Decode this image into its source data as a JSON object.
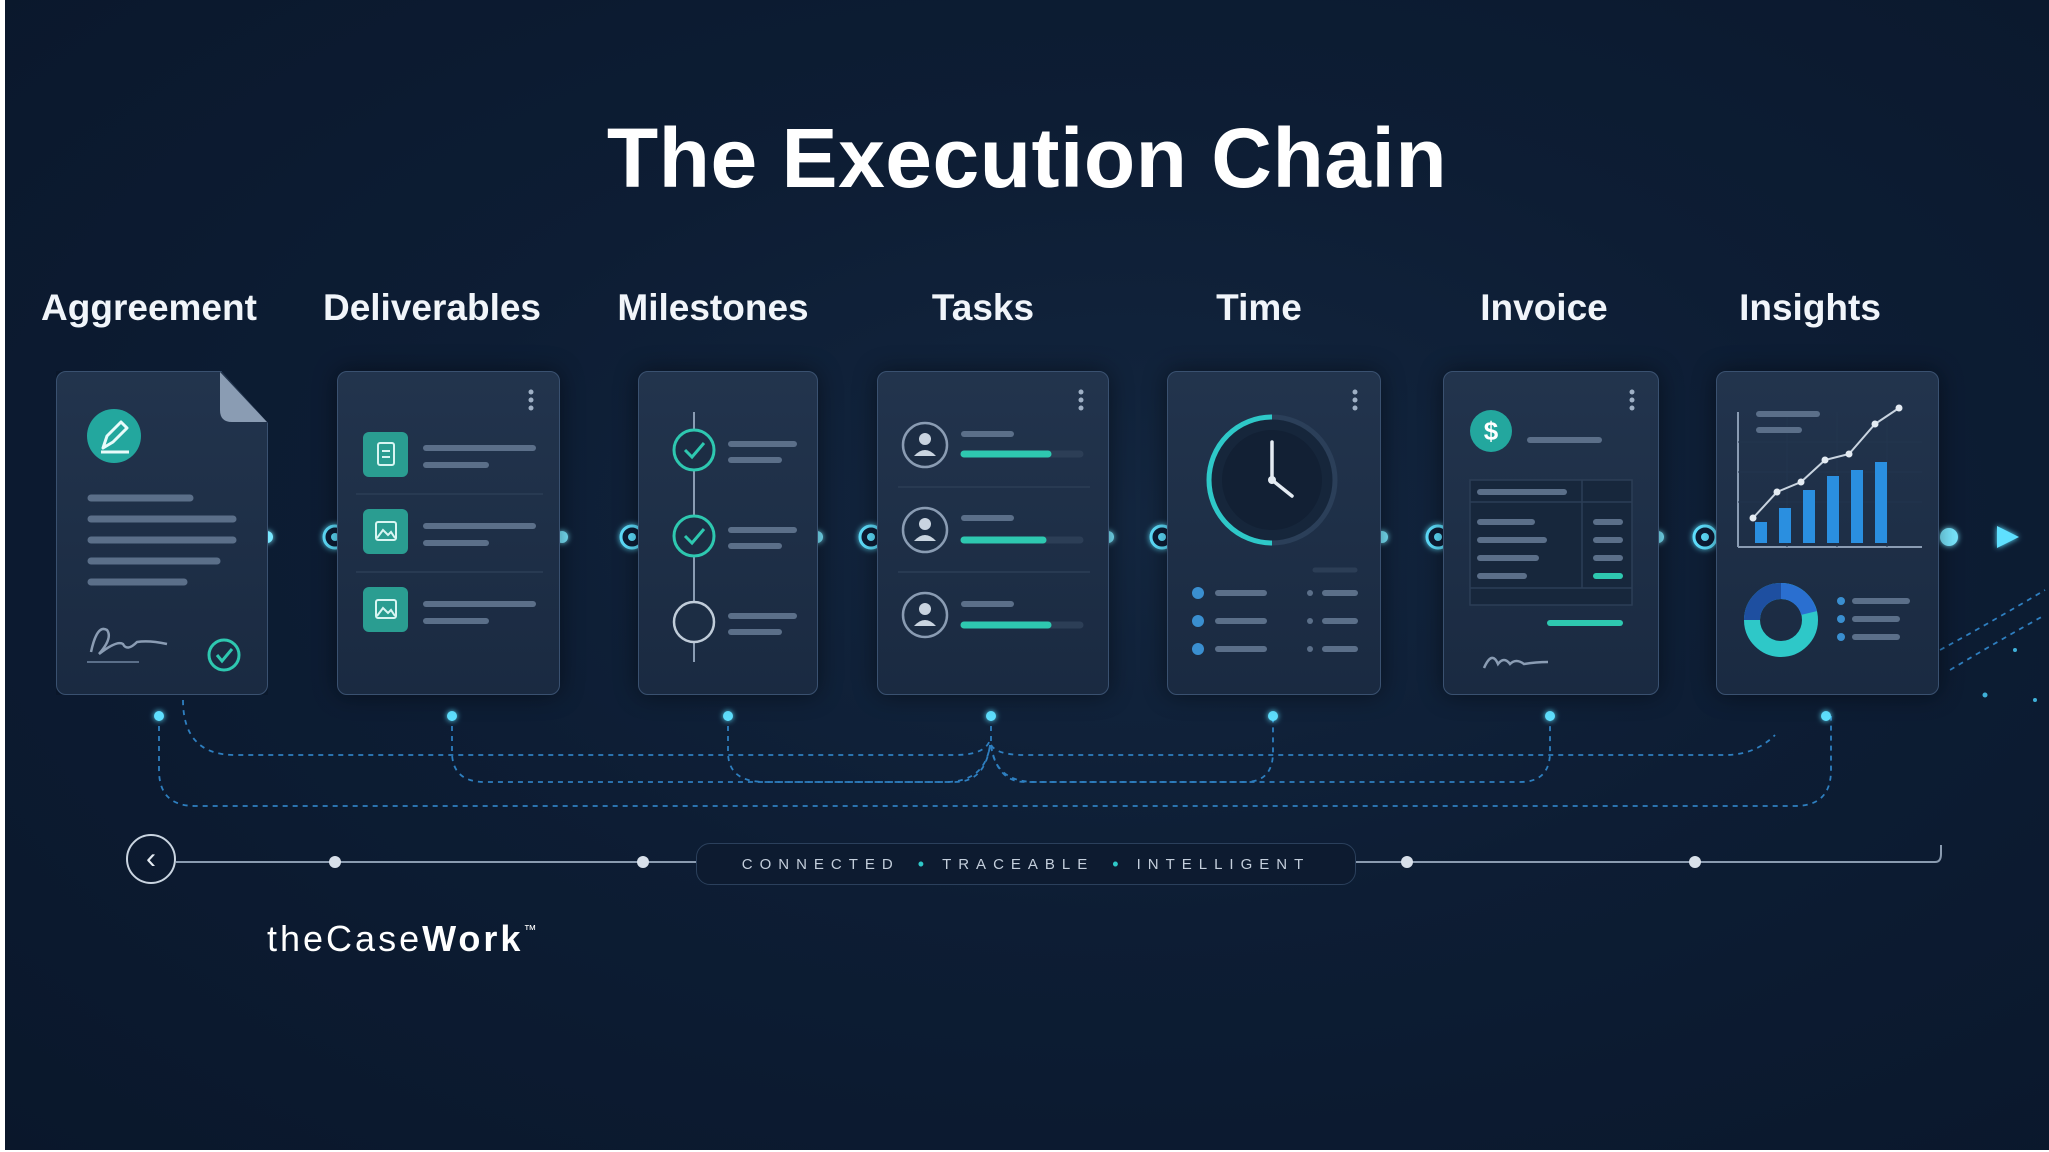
{
  "title": "The Execution Chain",
  "stages": [
    {
      "label": "Aggreement",
      "icon": "signed-contract-icon"
    },
    {
      "label": "Deliverables",
      "icon": "file-list-icon"
    },
    {
      "label": "Milestones",
      "icon": "milestone-checklist-icon"
    },
    {
      "label": "Tasks",
      "icon": "user-progress-icon"
    },
    {
      "label": "Time",
      "icon": "clock-icon"
    },
    {
      "label": "Invoice",
      "icon": "dollar-invoice-icon"
    },
    {
      "label": "Insights",
      "icon": "bar-chart-icon"
    }
  ],
  "tagline": {
    "words": [
      "CONNECTED",
      "TRACEABLE",
      "INTELLIGENT"
    ],
    "separator": "•"
  },
  "brand": {
    "prefix": "the",
    "middle": "Case",
    "bold": "Work",
    "mark": "™"
  },
  "back_icon": "chevron-left-icon",
  "colors": {
    "background": "#0d1d34",
    "accent": "#2ec8c8",
    "glow": "#5fe0ff",
    "card": "#1e3048"
  }
}
